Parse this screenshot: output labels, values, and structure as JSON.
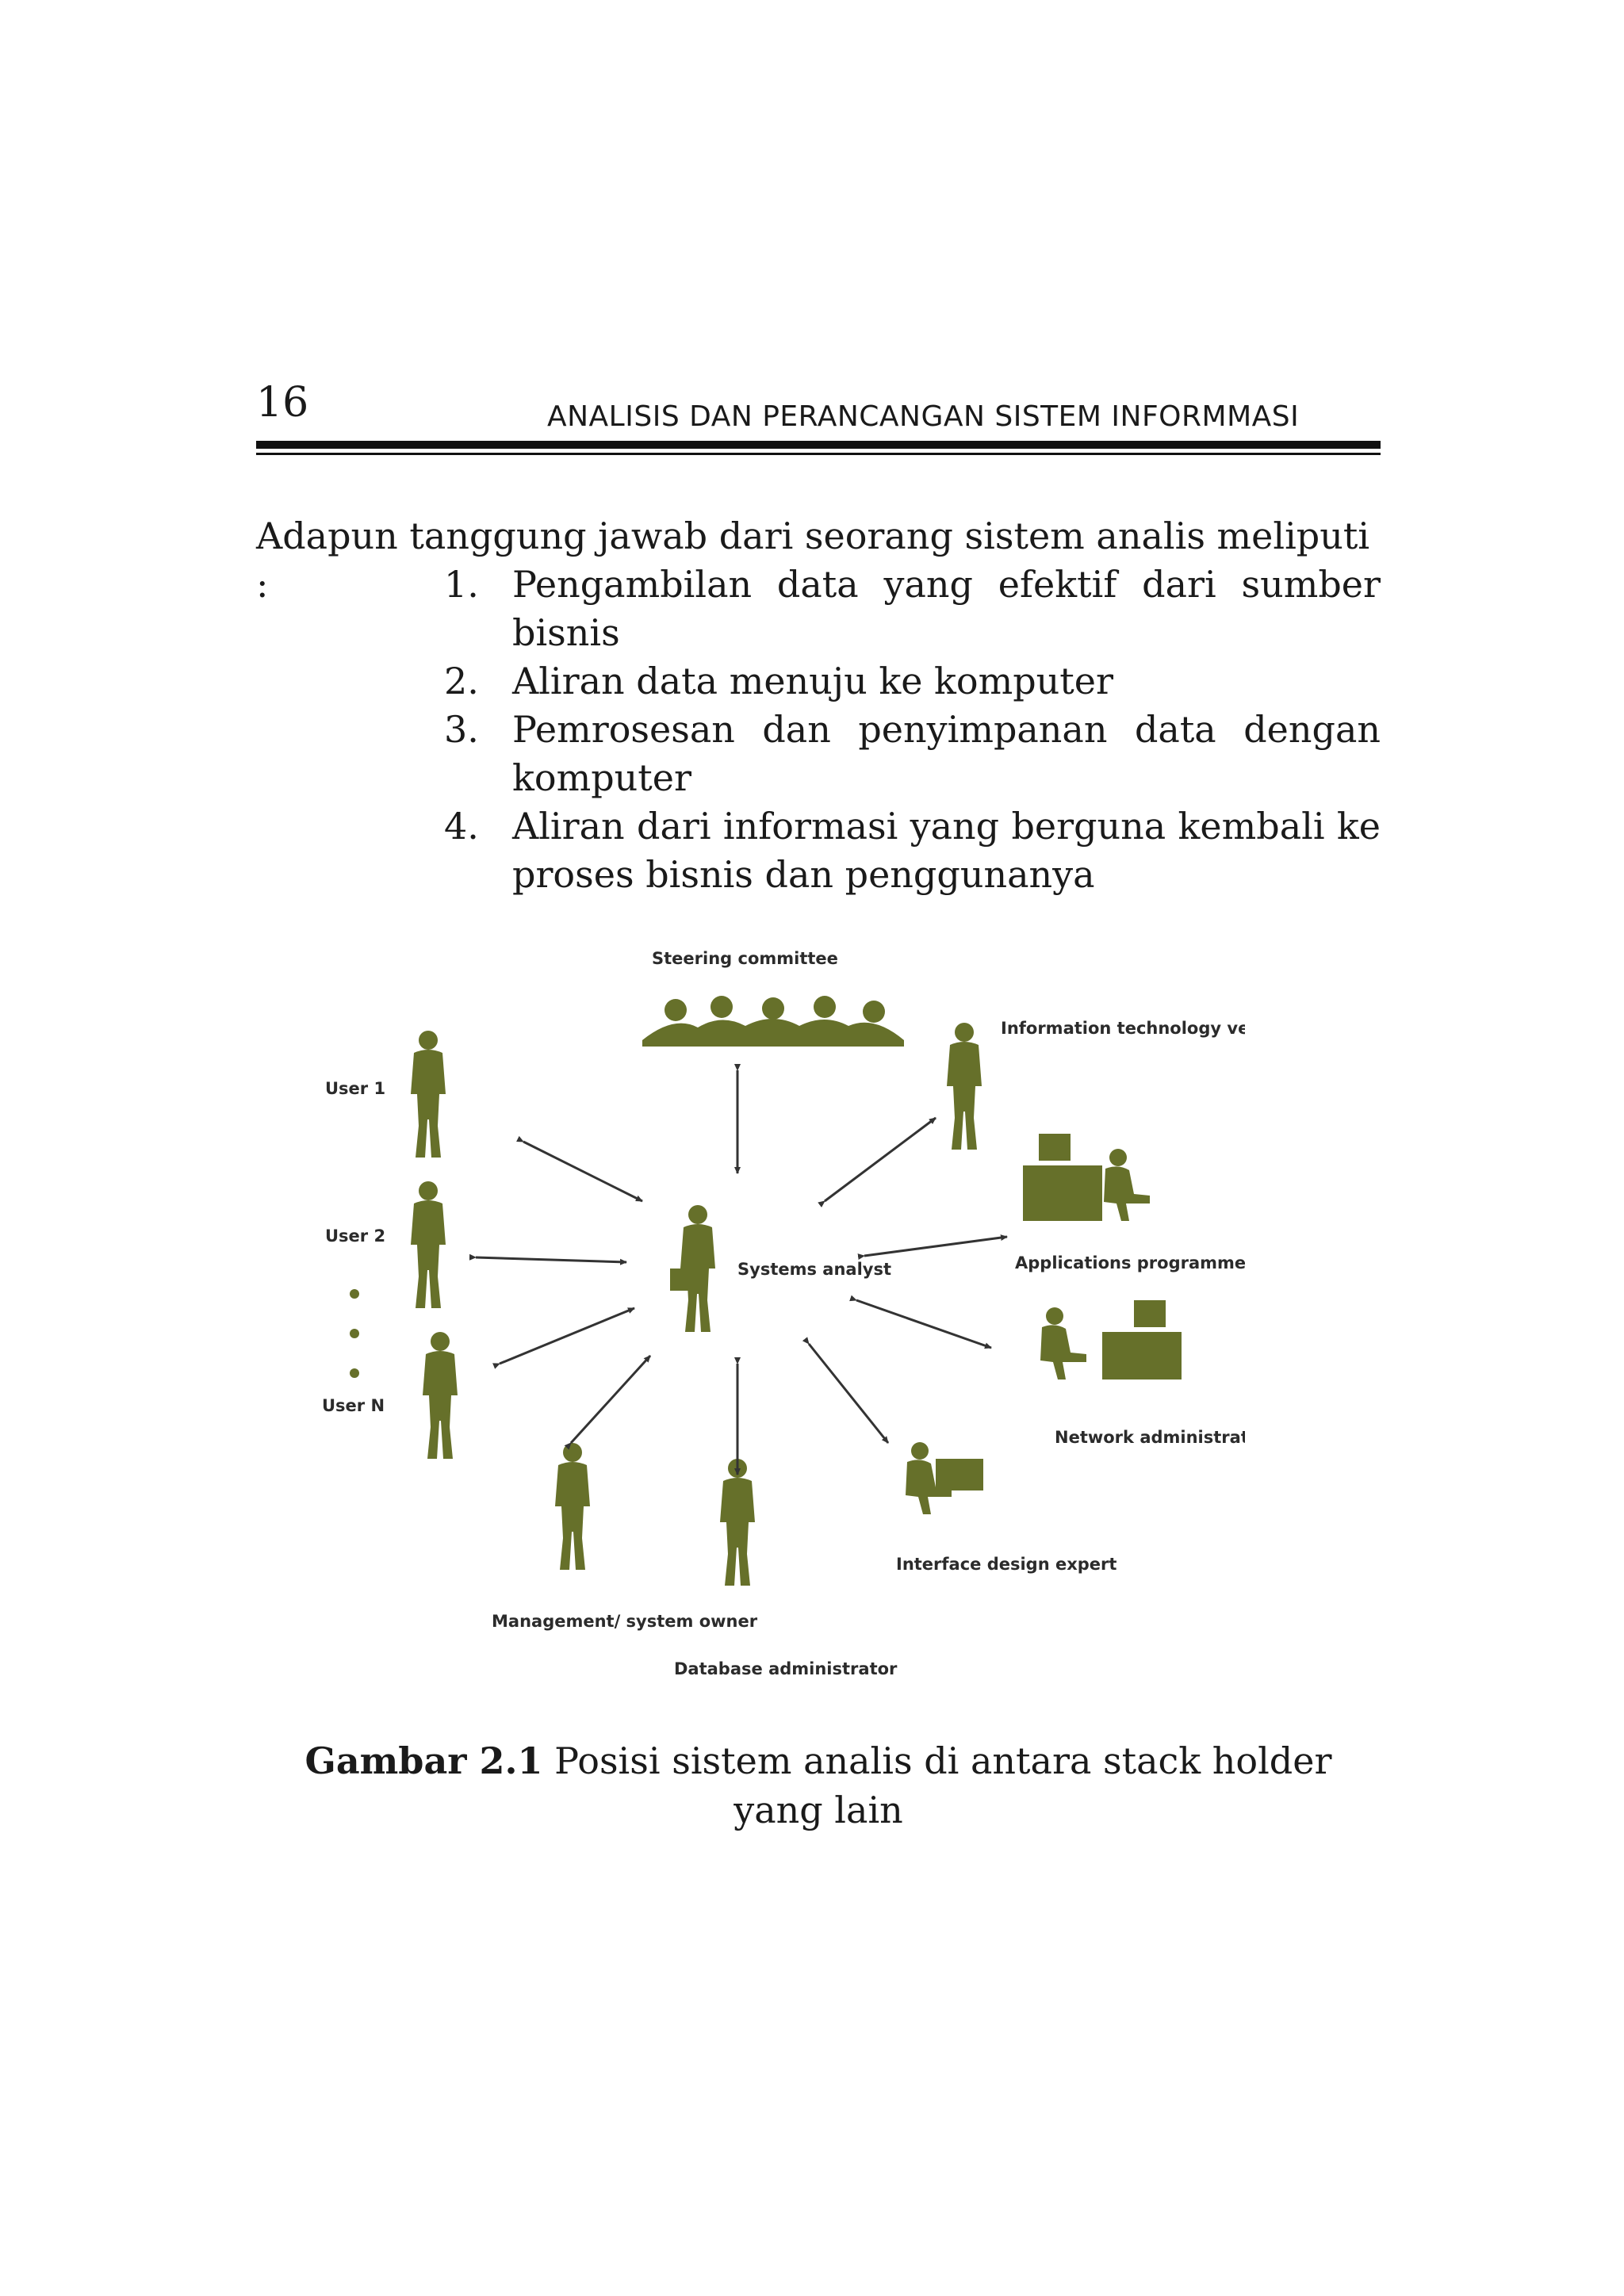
{
  "header": {
    "page_number": "16",
    "running_title": "ANALISIS DAN PERANCANGAN SISTEM INFORMMASI"
  },
  "intro": "Adapun tanggung jawab dari seorang sistem analis meliputi :",
  "responsibilities": [
    {
      "num": "1.",
      "text": "Pengambilan data yang efektif dari sumber bisnis"
    },
    {
      "num": "2.",
      "text": "Aliran data menuju ke komputer"
    },
    {
      "num": "3.",
      "text": "Pemrosesan dan penyimpanan data dengan komputer"
    },
    {
      "num": "4.",
      "text": "Aliran dari informasi yang berguna kembali ke proses bisnis dan penggunanya"
    }
  ],
  "figure": {
    "center": "Systems analyst",
    "stakeholders": [
      "Steering committee",
      "Information technology vendors",
      "Applications programmers",
      "Network administrator",
      "Interface design expert",
      "Database administrator",
      "Management/ system owner",
      "User 1",
      "User 2",
      "User N"
    ],
    "figure_color": "#66702a"
  },
  "caption": {
    "label": "Gambar 2.1",
    "text": "Posisi sistem analis di antara stack holder yang lain"
  }
}
